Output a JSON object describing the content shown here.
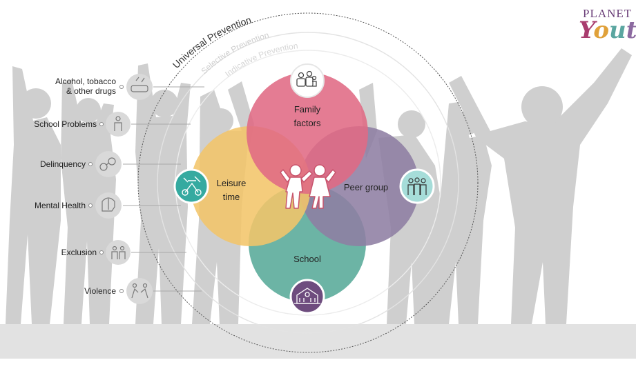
{
  "prevention_rings": {
    "universal": "Universal Prevention",
    "selective": "Selective Prevention",
    "indicative": "Indicative Prevention"
  },
  "risk_factors": [
    {
      "line1": "Alcohol, tobacco",
      "line2": "& other drugs",
      "icon": "cigarette-bottle-icon"
    },
    {
      "line1": "School Problems",
      "line2": "",
      "icon": "student-icon"
    },
    {
      "line1": "Delinquency",
      "line2": "",
      "icon": "handcuffs-icon"
    },
    {
      "line1": "Mental Health",
      "line2": "",
      "icon": "brain-head-icon"
    },
    {
      "line1": "Exclusion",
      "line2": "",
      "icon": "excluded-people-icon"
    },
    {
      "line1": "Violence",
      "line2": "",
      "icon": "fighting-icon"
    }
  ],
  "domains": {
    "family": {
      "line1": "Family",
      "line2": "factors",
      "color": "#e06a84",
      "icon": "family-icon"
    },
    "leisure": {
      "line1": "Leisure",
      "line2": "time",
      "color": "#f2c56a",
      "icon": "leisure-activities-icon"
    },
    "peer": {
      "line1": "Peer group",
      "line2": "",
      "color": "#8e7ea3",
      "icon": "peer-group-icon"
    },
    "school": {
      "line1": "School",
      "line2": "",
      "color": "#5fae9d",
      "icon": "school-building-icon"
    }
  },
  "center_icon": "two-children-icon",
  "logo": {
    "line1": "PLANET",
    "line2": "Youth"
  },
  "colors": {
    "silhouette": "#cfcfcf",
    "leisure_badge": "#35aaa0",
    "peer_badge": "#a6ddd9",
    "school_badge": "#6e4c7e",
    "risk_icon_bg": "#d9d9d9"
  }
}
